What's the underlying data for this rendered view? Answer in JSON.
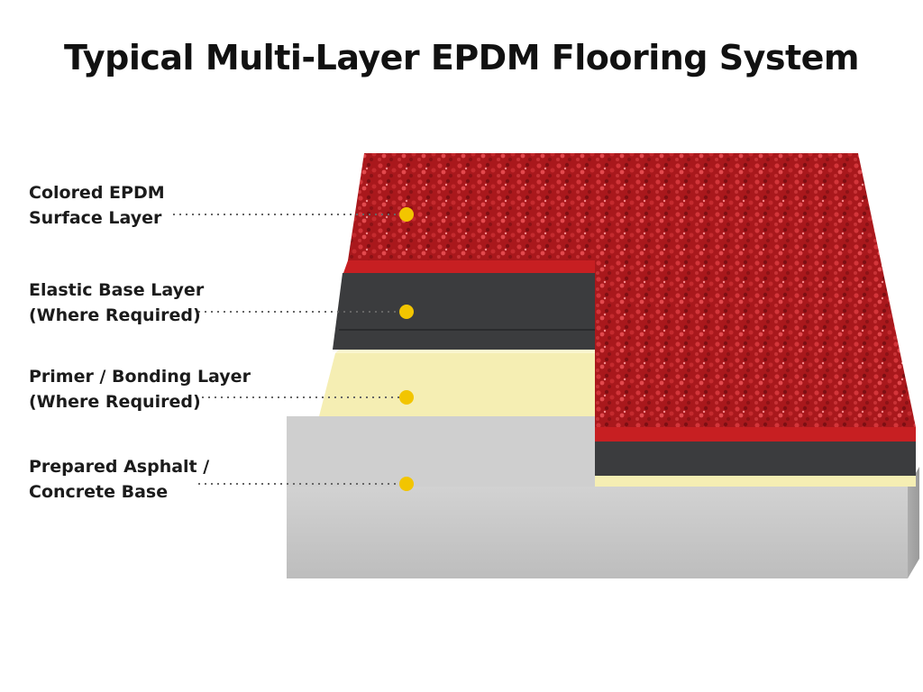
{
  "title": "Typical Multi-Layer EPDM Flooring System",
  "layers": [
    {
      "line1": "Colored EPDM",
      "line2": "Surface Layer",
      "color": "#b51d20"
    },
    {
      "line1": "Elastic Base Layer",
      "line2": "(Where Required)",
      "color": "#3b3c3e"
    },
    {
      "line1": "Primer / Bonding Layer",
      "line2": "(Where Required)",
      "color": "#f5eeb3"
    },
    {
      "line1": "Prepared Asphalt /",
      "line2": "Concrete Base",
      "color": "#c9c9c9"
    }
  ],
  "marker_color": "#f2c500",
  "leader_color": "#666666"
}
